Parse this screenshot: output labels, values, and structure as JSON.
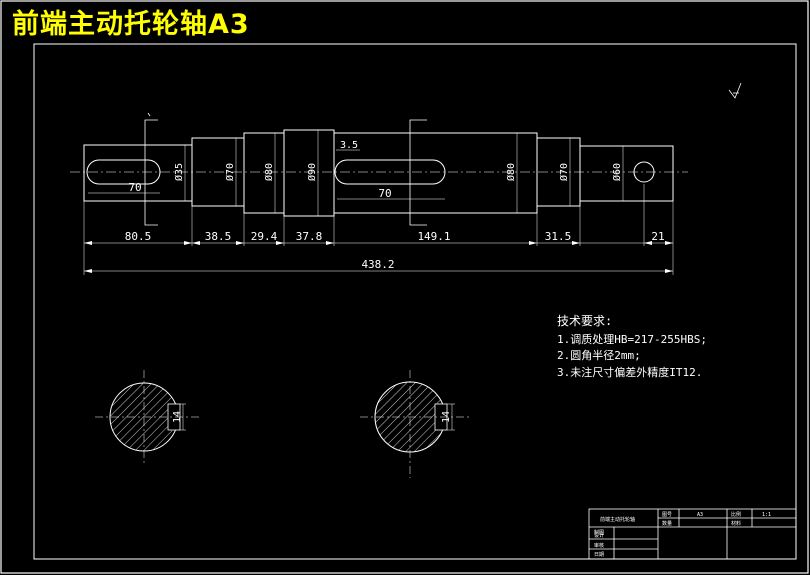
{
  "title": "前端主动托轮轴A3",
  "dims": {
    "d35": "Ø35",
    "d70a": "Ø70",
    "d80a": "Ø80",
    "d90": "Ø90",
    "d80b": "Ø80",
    "d70b": "Ø70",
    "d60": "Ø60",
    "keyway1": "70",
    "keyway2": "70",
    "r35": "3.5",
    "s1": "80.5",
    "s2": "38.5",
    "s3": "29.4",
    "s4": "37.8",
    "s5": "149.1",
    "s6": "31.5",
    "s7": "21",
    "total": "438.2",
    "key1": "14",
    "key2": "14"
  },
  "notes": {
    "heading": "技术要求:",
    "line1": "1.调质处理HB=217-255HBS;",
    "line2": "2.圆角半径2mm;",
    "line3": "3.未注尺寸偏差外精度IT12."
  },
  "title_block": {
    "drawing_name": "前端主动托轮轴",
    "label_tuhao": "图号",
    "value_tuhao": "A3",
    "label_bili": "比例",
    "value_bili": "1:1",
    "label_shuliang": "数量",
    "label_cailiao": "材料",
    "label_zhitu": "制图",
    "label_sheji": "设计",
    "label_shenhe": "审核",
    "label_riqi": "日期"
  },
  "colors": {
    "line": "#ffffff",
    "title": "#ffff00",
    "background": "#000000"
  }
}
